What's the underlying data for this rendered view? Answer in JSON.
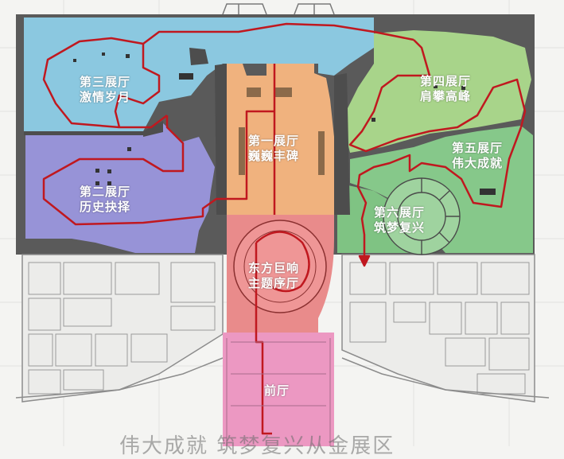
{
  "colors": {
    "hall_three": "#8ecfe8",
    "hall_two": "#9b97de",
    "hall_one": "#f0b27e",
    "hall_four": "#a8d48a",
    "hall_five": "#86c88a",
    "hall_six": "#7fc383",
    "theme_hall": "#e98b8b",
    "front_hall": "#ec98c2",
    "route_line": "#c0181f",
    "wall": "#4d4d4d",
    "floor_line": "#9a9a9a"
  },
  "halls": {
    "third": {
      "line1": "第三展厅",
      "line2": "激情岁月"
    },
    "second": {
      "line1": "第二展厅",
      "line2": "历史抉择"
    },
    "first": {
      "line1": "第一展厅",
      "line2": "巍巍丰碑"
    },
    "fourth": {
      "line1": "第四展厅",
      "line2": "肩攀高峰"
    },
    "fifth": {
      "line1": "第五展厅",
      "line2": "伟大成就"
    },
    "sixth": {
      "line1": "第六展厅",
      "line2": "筑梦复兴"
    },
    "theme": {
      "line1": "东方巨响",
      "line2": "主题序厅"
    },
    "front": {
      "line1": "前厅"
    }
  },
  "caption": "伟大成就 筑梦复兴从金展区"
}
